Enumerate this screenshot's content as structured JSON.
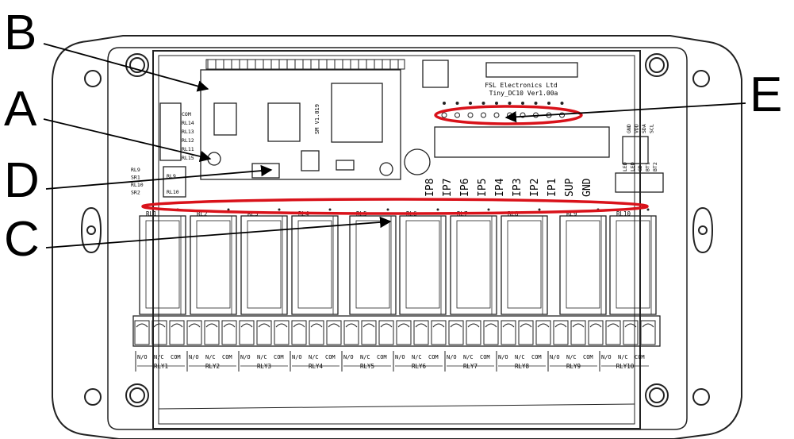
{
  "callouts": {
    "a": "A",
    "b": "B",
    "c": "C",
    "d": "D",
    "e": "E"
  },
  "board": {
    "manufacturer": "FSL Electronics Ltd",
    "model": "Tiny_DC10 Ver1.00a",
    "mcu_label": "SM V1.019",
    "left_terminals": [
      "COM",
      "RL14",
      "RL13",
      "RL12",
      "RL11",
      "RL15"
    ],
    "left_lower_labels": [
      "RL9",
      "SR1",
      "RL10",
      "SR2"
    ],
    "left_lower_right": [
      "RL9",
      "RL10"
    ],
    "inputs": [
      "IP8",
      "IP7",
      "IP6",
      "IP5",
      "IP4",
      "IP3",
      "IP2",
      "IP1",
      "SUP",
      "GND"
    ],
    "i2c_header": [
      "GND",
      "VDD",
      "SDA",
      "SCL"
    ],
    "bt_header": [
      "LED",
      "LED",
      "GD",
      "BT1",
      "BT2"
    ],
    "relays": [
      "RL1",
      "RL2",
      "RL3",
      "RL4",
      "RL5",
      "RL6",
      "RL7",
      "RL8",
      "RL9",
      "RL10"
    ],
    "contacts": [
      "N/O",
      "N/C",
      "COM"
    ],
    "relay_outputs": [
      "RLY1",
      "RLY2",
      "RLY3",
      "RLY4",
      "RLY5",
      "RLY6",
      "RLY7",
      "RLY8",
      "RLY9",
      "RLY10"
    ]
  },
  "colors": {
    "highlight": "#d9121a",
    "ink": "#000000",
    "line": "#222222",
    "background": "#ffffff"
  }
}
